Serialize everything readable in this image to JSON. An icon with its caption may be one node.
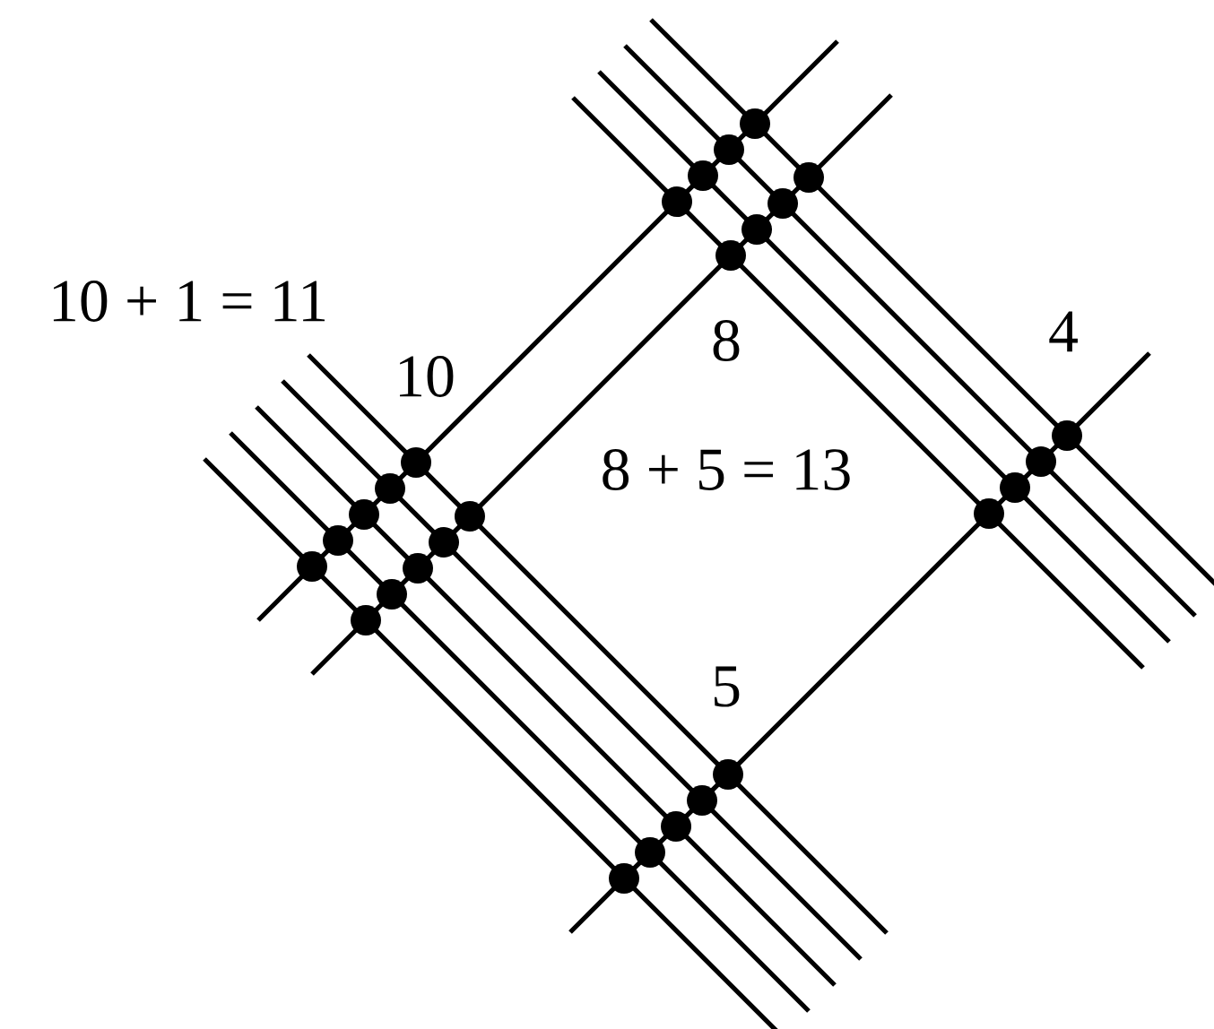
{
  "diagram": {
    "labels": [
      "10 + 1 = 11",
      "10",
      "8",
      "4",
      "8 + 5 = 13",
      "5"
    ]
  }
}
